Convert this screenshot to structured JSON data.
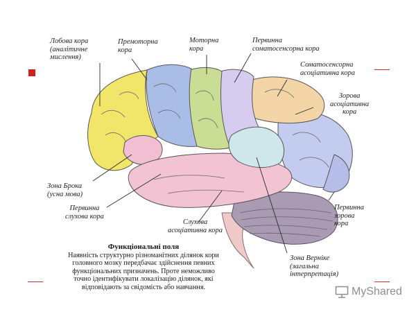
{
  "diagram": {
    "labels": {
      "frontal": "Лобова кора\n(аналітичне\nмислення)",
      "premotor": "Премоторна\nкора",
      "motor": "Моторна\nкора",
      "primary_somatosensory": "Первинна\nсоматосенсорна кора",
      "somatosensory_assoc": "Соматосенсорна\nасоціативна кора",
      "visual_assoc": "Зорова\nасоціативна\nкора",
      "broca": "Зона Брока\n(усна мова)",
      "primary_auditory": "Первинна\nслухова кора",
      "auditory_assoc": "Слухова\nасоціативна кора",
      "primary_visual": "Первинна\nзорова\nкора",
      "wernicke": "Зона Верніке\n(загальна\nінтерпретація)"
    },
    "caption": {
      "title": "Функціональні поля",
      "text": "Наявність структурно різноманітних ділянок кори\nголовного мозку передбачає здійснення певних\nфункціональних призначень. Проте неможливо\nточно ідентифікувати локалізацію ділянок, які\nвідповідають за свідомість або навчання."
    },
    "colors": {
      "frontal": "#f2e66a",
      "premotor": "#a9bde6",
      "motor": "#c9dd94",
      "primary_somatosensory": "#d6ccef",
      "somatosensory_assoc": "#f4d5a8",
      "visual_assoc": "#c3cbee",
      "broca": "#f1bfd1",
      "temporal": "#f2c3d3",
      "wernicke": "#cfe6ea",
      "cerebellum": "#a89bb2",
      "brainstem": "#f0c9c9"
    }
  },
  "watermark": {
    "text": "MyShared"
  }
}
